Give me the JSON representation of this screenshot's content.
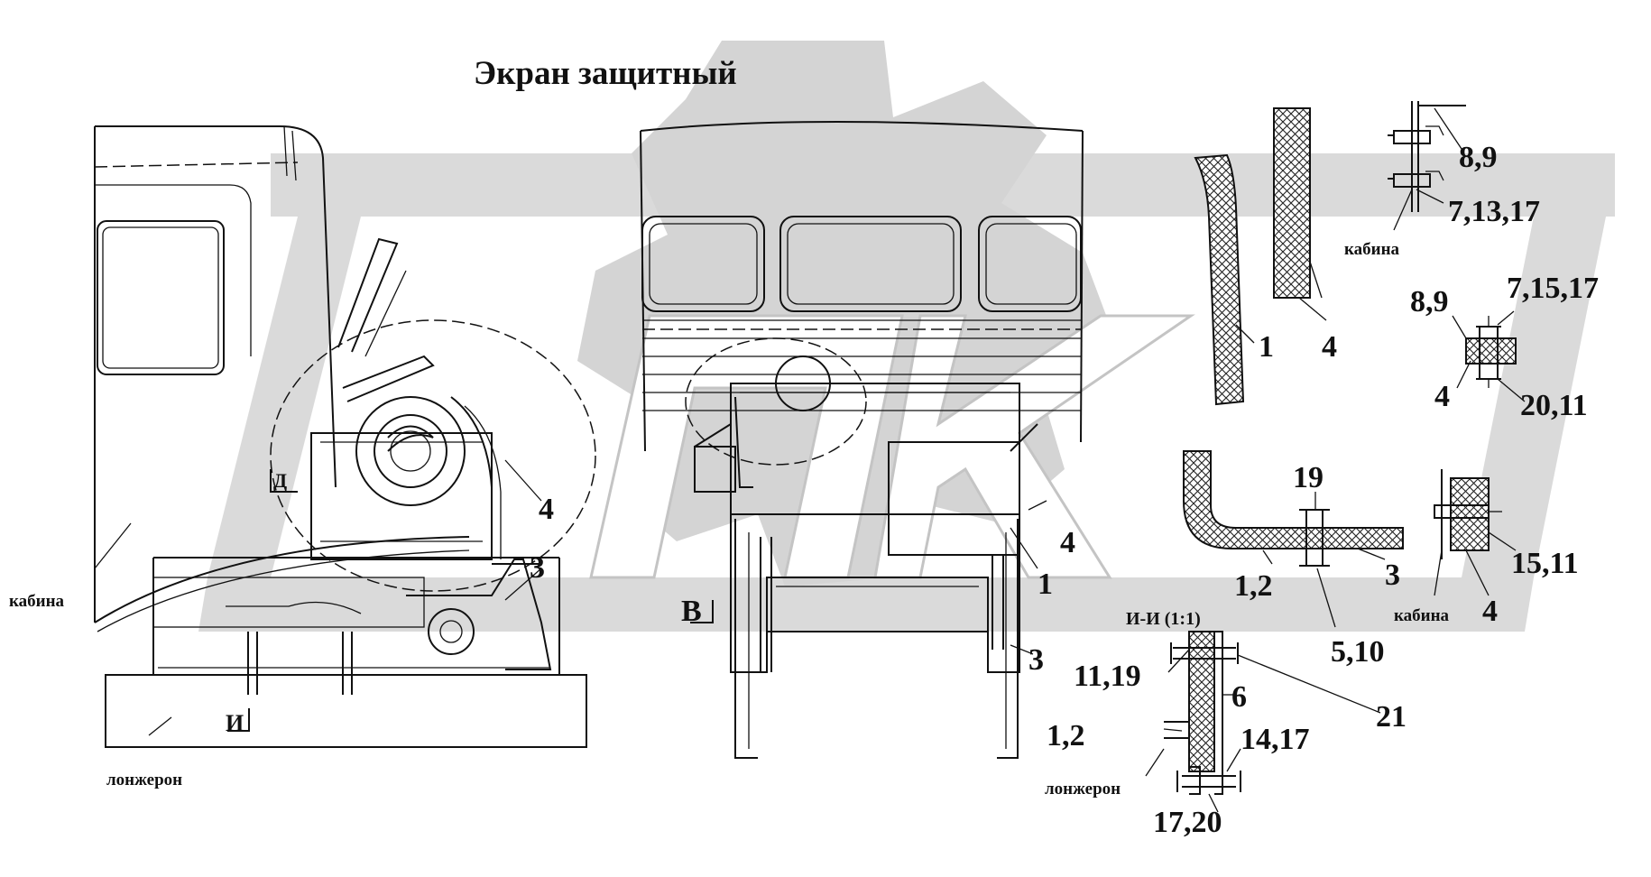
{
  "title": "Экран защитный",
  "text_labels": {
    "cab_left": "кабина",
    "spar_left": "лонжерон",
    "cab_top_right": "кабина",
    "cab_right": "кабина",
    "spar_section": "лонжерон"
  },
  "view_markers": {
    "d": "Д",
    "v": "В",
    "i": "И",
    "section_title": "И-И (1:1)"
  },
  "callouts": {
    "side_4": "4",
    "side_3": "3",
    "front_4": "4",
    "front_1": "1",
    "front_3": "3",
    "strip_1": "1",
    "strip_4": "4",
    "bracket_19": "19",
    "bracket_12": "1,2",
    "bracket_3": "3",
    "bracket_510": "5,10",
    "sec_1119": "11,19",
    "sec_6": "6",
    "sec_12": "1,2",
    "sec_21": "21",
    "sec_1417": "14,17",
    "sec_1720": "17,20",
    "d1_89": "8,9",
    "d1_71317": "7,13,17",
    "d2_89": "8,9",
    "d2_71517": "7,15,17",
    "d2_4": "4",
    "d2_2011": "20,11",
    "d3_1511": "15,11",
    "d3_4": "4"
  },
  "colors": {
    "ink": "#111111",
    "watermark": "#d4d4d4",
    "paper": "#ffffff"
  }
}
